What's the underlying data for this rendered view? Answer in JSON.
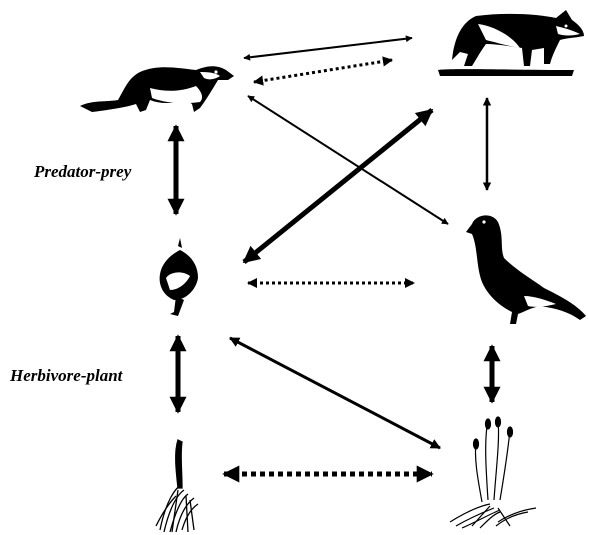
{
  "labels": {
    "predator_prey": "Predator-prey",
    "herbivore_plant": "Herbivore-plant"
  },
  "organisms": [
    {
      "id": "weasel",
      "icon": "weasel-icon"
    },
    {
      "id": "fox",
      "icon": "fox-icon"
    },
    {
      "id": "lemming",
      "icon": "lemming-icon"
    },
    {
      "id": "ptarmigan",
      "icon": "ptarmigan-icon"
    },
    {
      "id": "sedge",
      "icon": "sedge-plant-icon"
    },
    {
      "id": "grass",
      "icon": "grass-plant-icon"
    }
  ],
  "links": [
    {
      "from": "weasel",
      "to": "fox",
      "style": "solid",
      "weight": "thin"
    },
    {
      "from": "fox",
      "to": "weasel",
      "style": "dotted",
      "weight": "medium"
    },
    {
      "from": "weasel",
      "to": "lemming",
      "style": "solid",
      "weight": "thick"
    },
    {
      "from": "weasel",
      "to": "ptarmigan",
      "style": "solid",
      "weight": "thin"
    },
    {
      "from": "fox",
      "to": "lemming",
      "style": "solid",
      "weight": "thick"
    },
    {
      "from": "fox",
      "to": "ptarmigan",
      "style": "solid",
      "weight": "medium"
    },
    {
      "from": "lemming",
      "to": "ptarmigan",
      "style": "dotted",
      "weight": "medium"
    },
    {
      "from": "lemming",
      "to": "sedge",
      "style": "solid",
      "weight": "thick"
    },
    {
      "from": "lemming",
      "to": "grass",
      "style": "solid",
      "weight": "medium"
    },
    {
      "from": "ptarmigan",
      "to": "grass",
      "style": "solid",
      "weight": "thick"
    },
    {
      "from": "sedge",
      "to": "grass",
      "style": "dotted",
      "weight": "thick"
    }
  ],
  "colors": {
    "ink": "#000000",
    "background": "#ffffff"
  }
}
